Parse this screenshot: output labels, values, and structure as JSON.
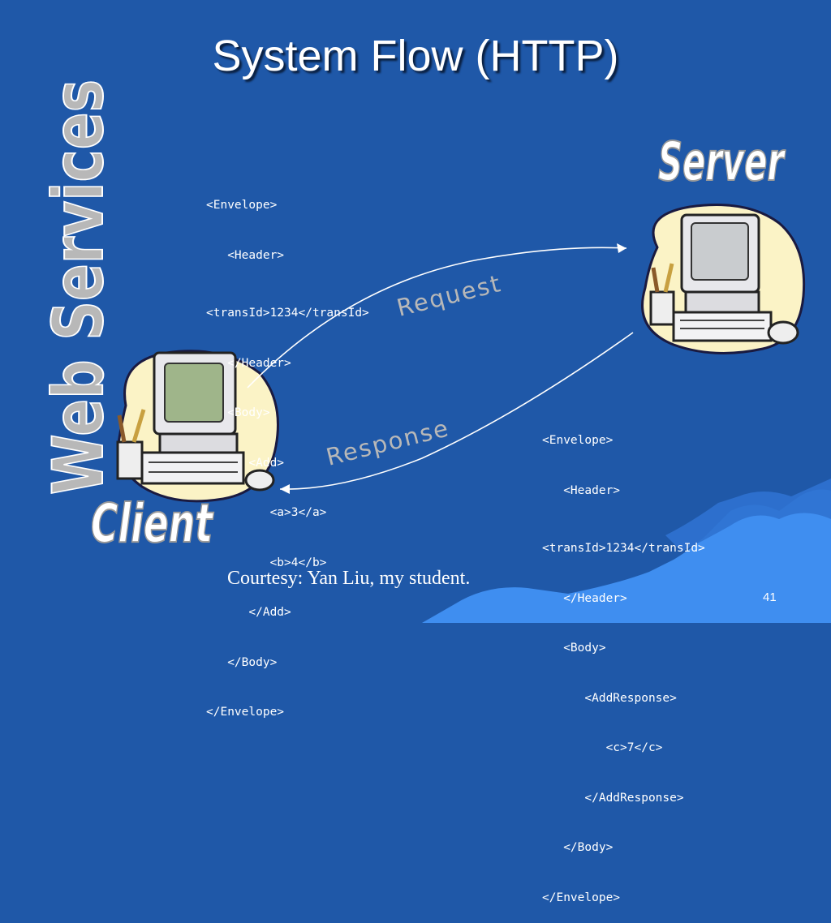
{
  "title": "System Flow (HTTP)",
  "side_label": "Web Services",
  "server_label": "Server",
  "client_label": "Client",
  "request_label": "Request",
  "response_label": "Response",
  "request_xml": [
    "<Envelope>",
    "   <Header>",
    "<transId>1234</transId>",
    "   </Header>",
    "   <Body>",
    "      <Add>",
    "         <a>3</a>",
    "         <b>4</b>",
    "      </Add>",
    "   </Body>",
    "</Envelope>"
  ],
  "response_xml": [
    "<Envelope>",
    "   <Header>",
    "<transId>1234</transId>",
    "   </Header>",
    "   <Body>",
    "      <AddResponse>",
    "         <c>7</c>",
    "      </AddResponse>",
    "   </Body>",
    "</Envelope>"
  ],
  "courtesy": "Courtesy: Yan Liu, my student.",
  "page_number": "41",
  "colors": {
    "background": "#1f58a8",
    "wave": "#3f8ef0",
    "label_gray": "#b8b8b8",
    "blob": "#fbf3c6"
  }
}
